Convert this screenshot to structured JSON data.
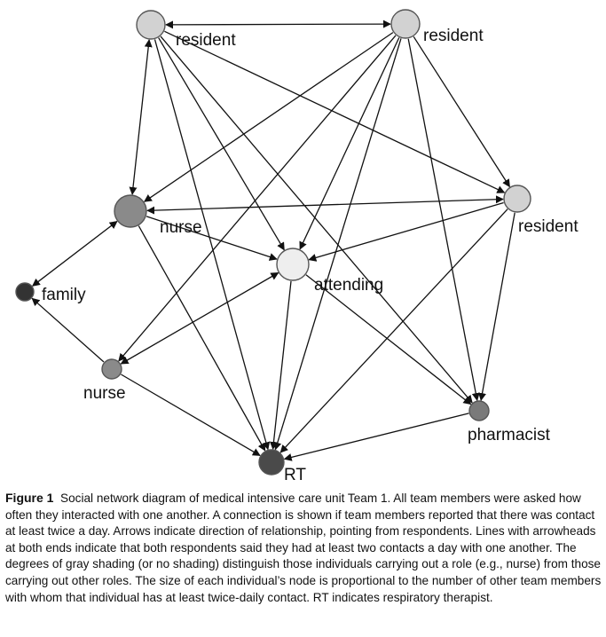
{
  "nodes": [
    {
      "id": "resident1",
      "label": "resident",
      "fill": "#d2d2d2"
    },
    {
      "id": "resident2",
      "label": "resident",
      "fill": "#d2d2d2"
    },
    {
      "id": "resident3",
      "label": "resident",
      "fill": "#d2d2d2"
    },
    {
      "id": "nurse1",
      "label": "nurse",
      "fill": "#8a8a8a"
    },
    {
      "id": "attending",
      "label": "attending",
      "fill": "#eeeeee"
    },
    {
      "id": "family",
      "label": "family",
      "fill": "#333333"
    },
    {
      "id": "nurse2",
      "label": "nurse",
      "fill": "#8a8a8a"
    },
    {
      "id": "pharmacist",
      "label": "pharmacist",
      "fill": "#7a7a7a"
    },
    {
      "id": "rt",
      "label": "RT",
      "fill": "#4a4a4a"
    }
  ],
  "edges": [
    {
      "from": "resident1",
      "to": "resident2",
      "bidirectional": true
    },
    {
      "from": "resident1",
      "to": "nurse1",
      "bidirectional": true
    },
    {
      "from": "resident1",
      "to": "attending",
      "bidirectional": false
    },
    {
      "from": "resident1",
      "to": "resident3",
      "bidirectional": false
    },
    {
      "from": "resident1",
      "to": "pharmacist",
      "bidirectional": false
    },
    {
      "from": "resident1",
      "to": "rt",
      "bidirectional": false
    },
    {
      "from": "resident2",
      "to": "nurse1",
      "bidirectional": false
    },
    {
      "from": "resident2",
      "to": "attending",
      "bidirectional": false
    },
    {
      "from": "resident2",
      "to": "resident3",
      "bidirectional": false
    },
    {
      "from": "resident2",
      "to": "pharmacist",
      "bidirectional": false
    },
    {
      "from": "resident2",
      "to": "rt",
      "bidirectional": false
    },
    {
      "from": "resident2",
      "to": "nurse2",
      "bidirectional": false
    },
    {
      "from": "resident3",
      "to": "nurse1",
      "bidirectional": true
    },
    {
      "from": "resident3",
      "to": "attending",
      "bidirectional": false
    },
    {
      "from": "resident3",
      "to": "pharmacist",
      "bidirectional": false
    },
    {
      "from": "resident3",
      "to": "rt",
      "bidirectional": false
    },
    {
      "from": "nurse1",
      "to": "attending",
      "bidirectional": false
    },
    {
      "from": "nurse1",
      "to": "family",
      "bidirectional": true
    },
    {
      "from": "nurse1",
      "to": "rt",
      "bidirectional": false
    },
    {
      "from": "attending",
      "to": "nurse2",
      "bidirectional": true
    },
    {
      "from": "attending",
      "to": "pharmacist",
      "bidirectional": false
    },
    {
      "from": "attending",
      "to": "rt",
      "bidirectional": false
    },
    {
      "from": "nurse2",
      "to": "family",
      "bidirectional": false
    },
    {
      "from": "nurse2",
      "to": "rt",
      "bidirectional": false
    },
    {
      "from": "pharmacist",
      "to": "rt",
      "bidirectional": false
    }
  ],
  "caption": {
    "figure_label": "Figure 1",
    "text": "Social network diagram of medical intensive care unit Team 1. All team members were asked how often they interacted with one another. A connection is shown if team members reported that there was contact at least twice a day. Arrows indicate direction of relationship, pointing from respondents. Lines with arrowheads at both ends indicate that both respondents said they had at least two contacts a day with one another. The degrees of gray shading (or no shading) distinguish those individuals carrying out a role (e.g., nurse) from those carrying out other roles. The size of each individual’s node is proportional to the number of other team members with whom that individual has at least twice-daily contact. RT indicates respiratory therapist."
  }
}
